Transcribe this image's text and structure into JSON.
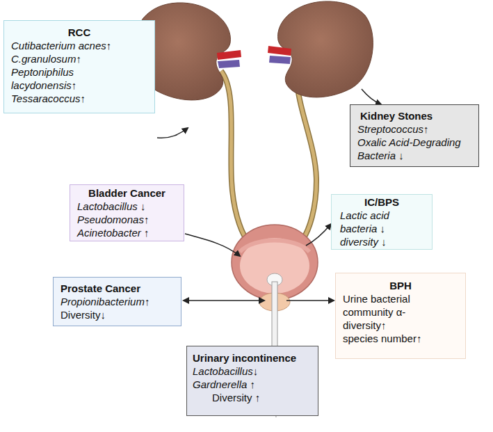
{
  "diagram": {
    "nodes": [
      {
        "text": [
          "RCC",
          "Cutibacterium acnes↑",
          "C.granulosum↑",
          "Peptoniphilus lacydonensis↑",
          "Tessaracoccus↑"
        ]
      },
      {
        "text": [
          "Kidney Stones",
          "Streptococcus↑",
          "Oxalic Acid-Degrading Bacteria ↓"
        ]
      },
      {
        "text": [
          "Bladder Cancer",
          "Lactobacillus ↓",
          "Pseudomonas↑",
          "Acinetobacter ↑"
        ]
      },
      {
        "text": [
          "IC/BPS",
          "Lactic acid bacteria ↓",
          "diversity ↓"
        ]
      },
      {
        "text": [
          "Prostate Cancer",
          "Propionibacterium↑",
          "Diversity↓"
        ]
      },
      {
        "text": [
          "BPH",
          "Urine bacterial community α-diversity↑",
          "species number↑"
        ]
      },
      {
        "text": [
          "Urinary incontinence",
          "Lactobacillus↓",
          "Gardnerella ↑",
          "Diversity ↑"
        ]
      }
    ]
  }
}
